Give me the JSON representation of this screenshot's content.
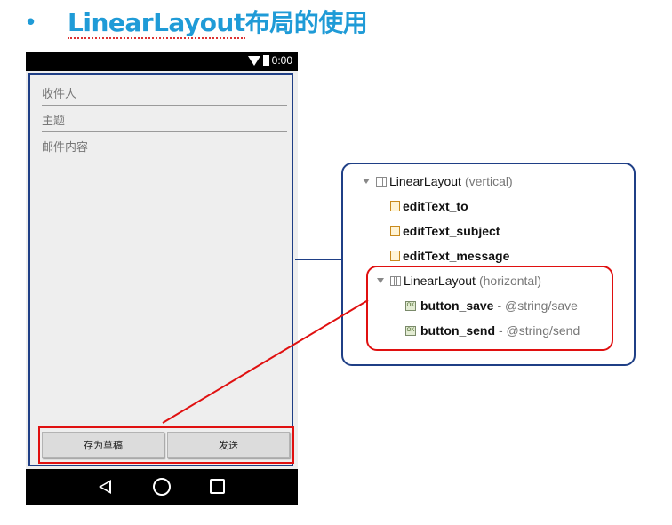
{
  "slide": {
    "bullet": "•",
    "title_underlined": "LinearLayout",
    "title_rest": "布局的使用"
  },
  "phone": {
    "status_time": "0:00",
    "fields": [
      "收件人",
      "主题",
      "邮件内容"
    ],
    "buttons": [
      "存为草稿",
      "发送"
    ]
  },
  "tree": {
    "root": {
      "name": "LinearLayout",
      "desc": "(vertical)"
    },
    "edit_texts": [
      "editText_to",
      "editText_subject",
      "editText_message"
    ],
    "child_layout": {
      "name": "LinearLayout",
      "desc": "(horizontal)"
    },
    "buttons": [
      {
        "name": "button_save",
        "desc": "- @string/save"
      },
      {
        "name": "button_send",
        "desc": "- @string/send"
      }
    ]
  },
  "colors": {
    "title": "#1f9bd7",
    "layout_outline": "#1f3f86",
    "highlight": "#e01010"
  },
  "icons": [
    "wifi-icon",
    "battery-icon",
    "back-icon",
    "home-icon",
    "recent-apps-icon",
    "expand-triangle-icon",
    "linear-layout-icon",
    "edit-text-icon",
    "button-widget-icon"
  ]
}
